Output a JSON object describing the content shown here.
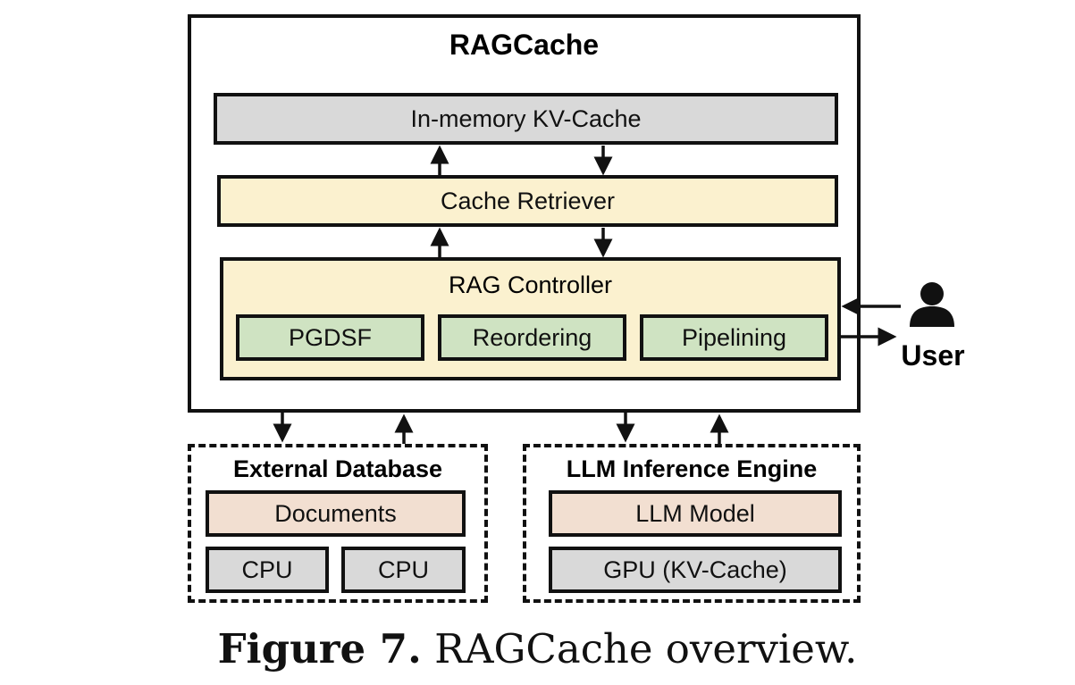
{
  "system": {
    "title": "RAGCache",
    "kv_cache": "In-memory KV-Cache",
    "cache_retriever": "Cache Retriever",
    "controller": {
      "title": "RAG Controller",
      "modules": [
        "PGDSF",
        "Reordering",
        "Pipelining"
      ]
    }
  },
  "user": {
    "label": "User",
    "icon": "user-icon"
  },
  "external_db": {
    "title": "External Database",
    "documents": "Documents",
    "cpus": [
      "CPU",
      "CPU"
    ]
  },
  "llm_engine": {
    "title": "LLM Inference Engine",
    "model": "LLM Model",
    "gpu": "GPU (KV-Cache)"
  },
  "caption": {
    "figure_label": "Figure 7.",
    "text": " RAGCache overview."
  },
  "colors": {
    "kv_cache": "#d9d9d9",
    "retriever": "#fbf1cf",
    "module": "#cfe3c2",
    "documents": "#f2dfd1",
    "cpu_gpu": "#d9d9d9"
  }
}
